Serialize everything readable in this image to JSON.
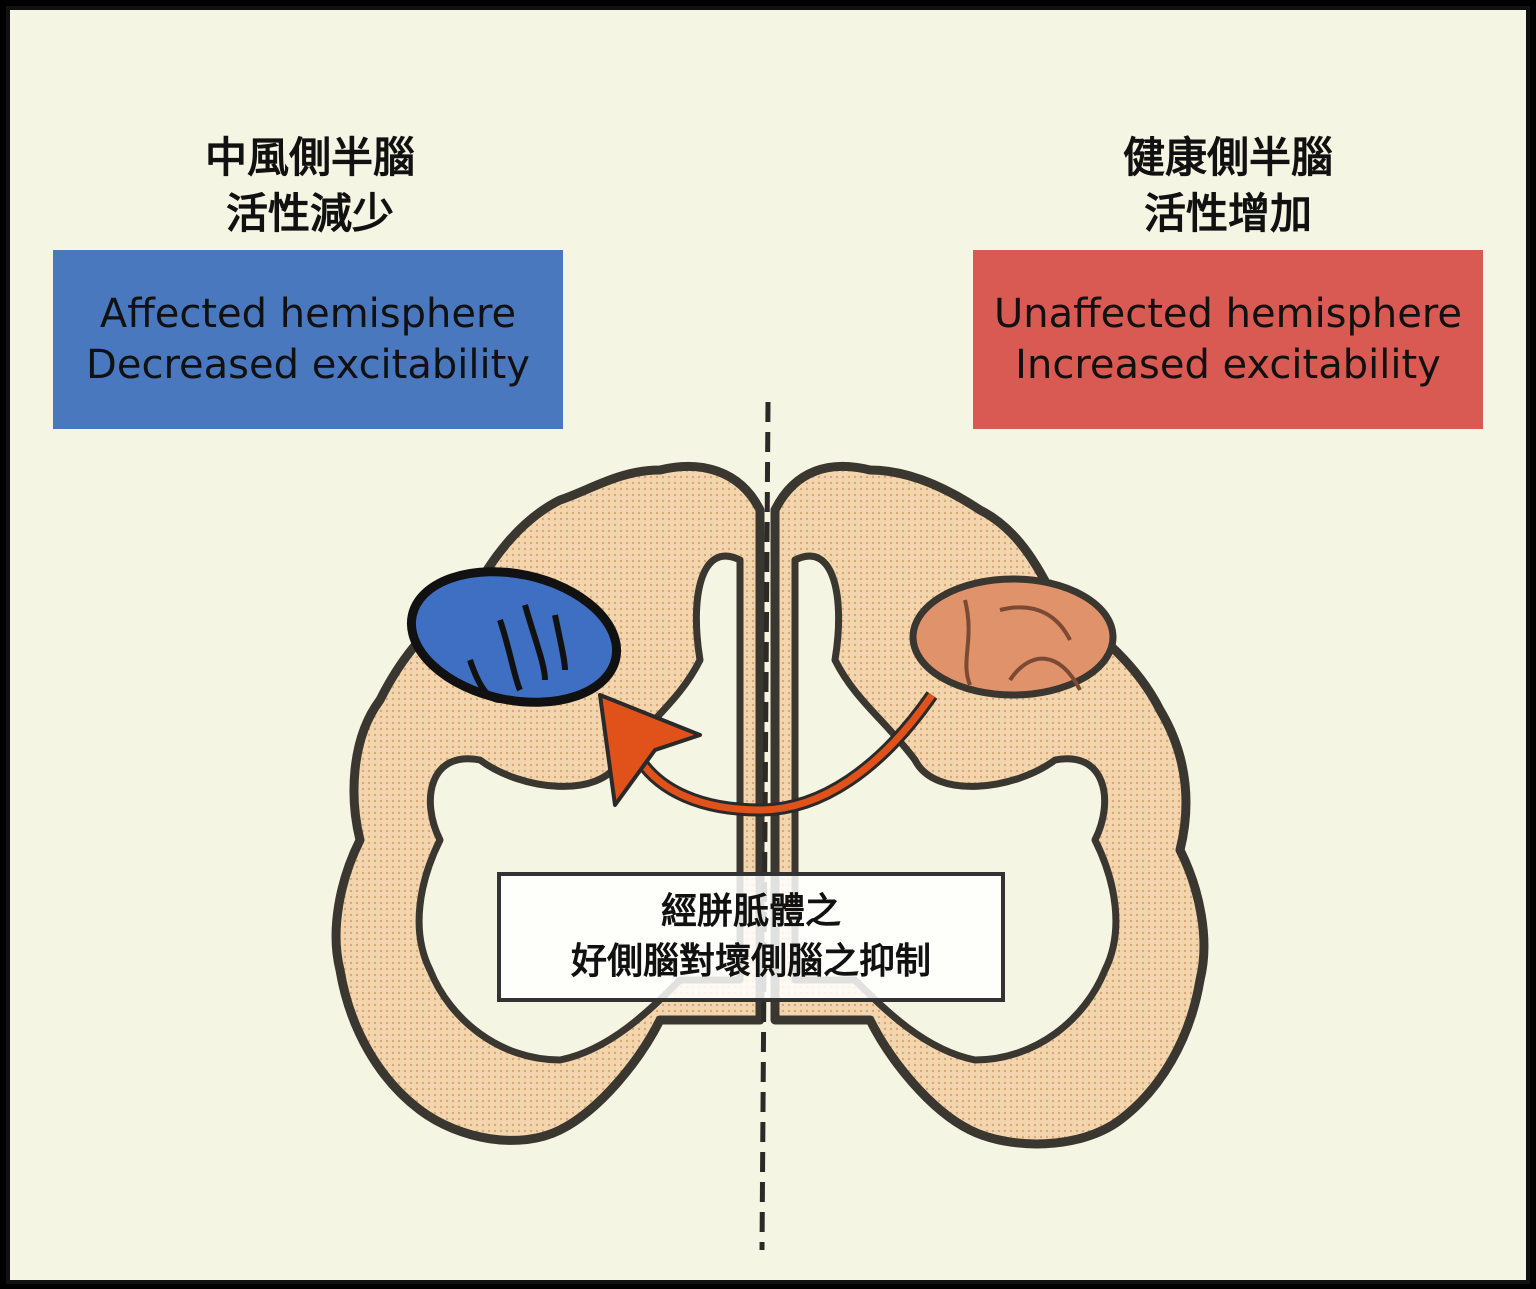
{
  "left": {
    "title_zh": [
      "中風側半腦",
      "活性減少"
    ],
    "title_en": [
      "Affected hemisphere",
      "Decreased excitability"
    ],
    "color": "#4a78bf"
  },
  "right": {
    "title_zh": [
      "健康側半腦",
      "活性增加"
    ],
    "title_en": [
      "Unaffected hemisphere",
      "Increased excitability"
    ],
    "color": "#d85a52"
  },
  "center_label": [
    "經胼胝體之",
    "好側腦對壞側腦之抑制"
  ]
}
